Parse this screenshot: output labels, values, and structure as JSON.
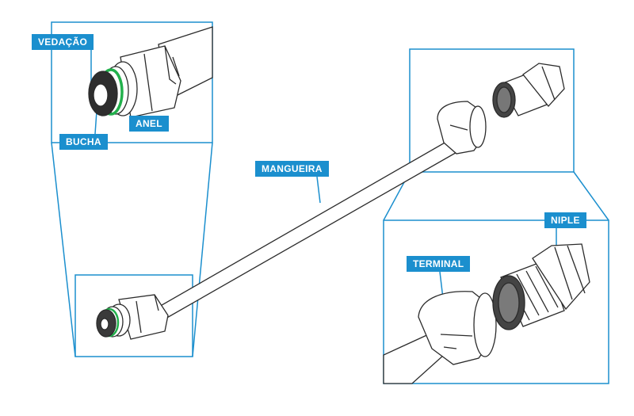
{
  "labels": {
    "vedacao": "VEDAÇÃO",
    "anel": "ANEL",
    "bucha": "BUCHA",
    "mangueira": "MANGUEIRA",
    "niple": "NIPLE",
    "terminal": "TERMINAL"
  },
  "colors": {
    "label_bg": "#1b8fce",
    "line": "#1b8fce",
    "seal_ring": "#22b14c",
    "outline": "#2b2b2b"
  }
}
